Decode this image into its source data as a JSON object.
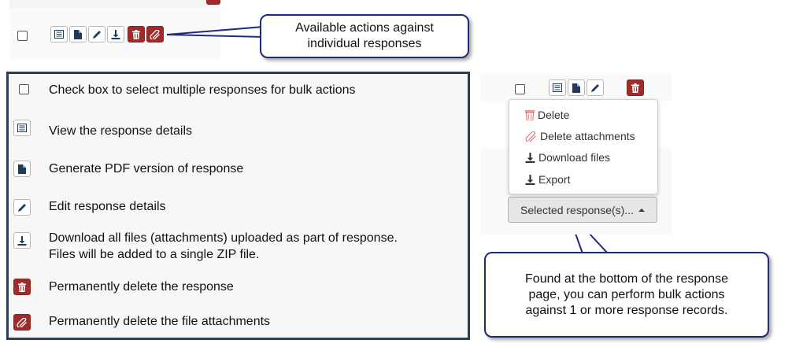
{
  "top_callout": {
    "line1": "Available actions against",
    "line2": "individual responses"
  },
  "legend": {
    "items": [
      {
        "icon": "checkbox",
        "text": "Check box to select multiple responses for bulk actions"
      },
      {
        "icon": "list-icon",
        "text": "View the response details"
      },
      {
        "icon": "pdf-file-icon",
        "text": "Generate PDF version of response"
      },
      {
        "icon": "pencil-icon",
        "text": "Edit response details"
      },
      {
        "icon": "download-icon",
        "text": "Download all files (attachments) uploaded as part of response.",
        "text2": "Files will be added to a single ZIP file."
      },
      {
        "icon": "trash-icon",
        "text": "Permanently delete the response"
      },
      {
        "icon": "paperclip-icon",
        "text": "Permanently delete the file attachments"
      }
    ]
  },
  "bulk_menu": {
    "items": [
      {
        "icon": "trash-icon",
        "label": "Delete"
      },
      {
        "icon": "paperclip-icon",
        "label": "Delete attachments"
      },
      {
        "icon": "download-icon",
        "label": "Download files"
      },
      {
        "icon": "download-icon",
        "label": "Export"
      }
    ],
    "button_label": "Selected response(s)..."
  },
  "bottom_callout": {
    "line1": "Found at the bottom of the response",
    "line2": "page, you can perform bulk actions",
    "line3": "against 1 or more response records."
  },
  "colors": {
    "danger": "#a02b2b",
    "callout_border": "#1f2a7a",
    "legend_border": "#2d3e50",
    "icon_dark": "#1f3a5a"
  }
}
